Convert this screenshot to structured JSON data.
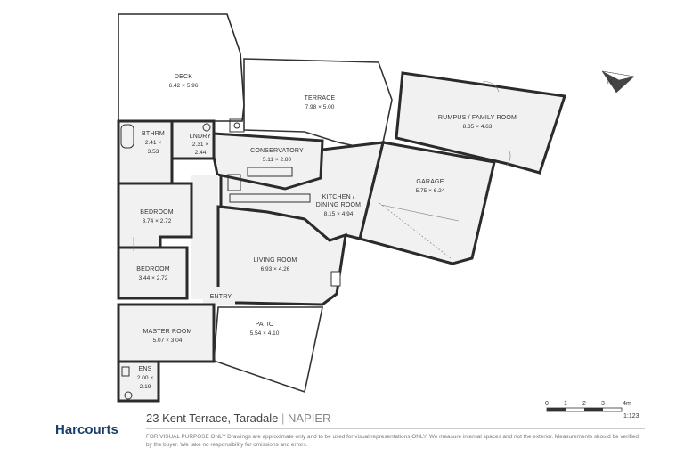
{
  "rooms": {
    "deck": {
      "name": "DECK",
      "dim": "6.42 × 5.96"
    },
    "terrace": {
      "name": "TERRACE",
      "dim": "7.98 × 5.00"
    },
    "rumpus": {
      "name": "RUMPUS / FAMILY ROOM",
      "dim": "8.35 × 4.63"
    },
    "bthrm": {
      "name": "BTHRM",
      "dim1": "2.41 ×",
      "dim2": "3.53"
    },
    "lndry": {
      "name": "LNDRY",
      "dim1": "2.31 ×",
      "dim2": "2.44"
    },
    "conservatory": {
      "name": "CONSERVATORY",
      "dim": "5.11 × 2.80"
    },
    "kitchen": {
      "line1": "KITCHEN /",
      "line2": "DINING ROOM",
      "dim": "8.15 × 4.94"
    },
    "garage": {
      "name": "GARAGE",
      "dim": "5.75 × 6.24"
    },
    "bedroom1": {
      "name": "BEDROOM",
      "dim": "3.74 × 2.72"
    },
    "bedroom2": {
      "name": "BEDROOM",
      "dim": "3.44 × 2.72"
    },
    "living": {
      "name": "LIVING ROOM",
      "dim": "6.93 × 4.26"
    },
    "entry": {
      "name": "ENTRY"
    },
    "master": {
      "name": "MASTER ROOM",
      "dim": "5.07 × 3.04"
    },
    "patio": {
      "name": "PATIO",
      "dim": "5.54 × 4.10"
    },
    "ens": {
      "name": "ENS",
      "dim1": "2.00 ×",
      "dim2": "2.19"
    }
  },
  "footer": {
    "address": "23 Kent Terrace, Taradale",
    "separator": " | ",
    "city": "NAPIER",
    "brand": "Harcourts",
    "disclaimer": "FOR VISUAL PURPOSE ONLY Drawings are approximate only and to be used for visual representations ONLY. We measure internal spaces and not the exterior. Measurements should be verified by the buyer. We take no responsibility for omissions and errors."
  },
  "scale": {
    "ticks": [
      "0",
      "1",
      "2",
      "3",
      "4m"
    ],
    "ratio": "1:123"
  },
  "compass": {
    "label": "N"
  },
  "colors": {
    "wall": "#2b2b2b",
    "floor": "#f1f1f1",
    "brand": "#1a3f6b"
  }
}
